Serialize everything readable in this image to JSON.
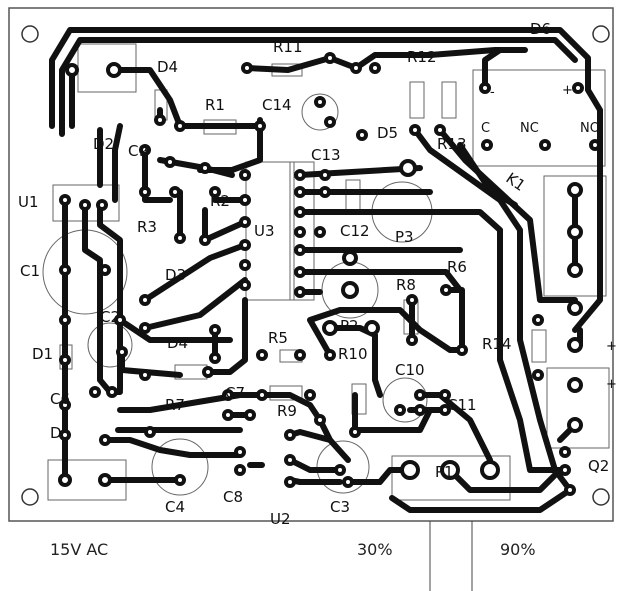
{
  "components": {
    "r11": "R11",
    "d6": "D6",
    "d4_top": "D4",
    "r1": "R1",
    "c14": "C14",
    "d2": "D2",
    "d5": "D5",
    "r12": "R12",
    "r13": "R13",
    "c9": "C9",
    "u1": "U1",
    "r3": "R3",
    "r2": "R2",
    "c13": "C13",
    "u3": "U3",
    "c12": "C12",
    "p3": "P3",
    "c1": "C1",
    "d3": "D3",
    "r6": "R6",
    "r8": "R8",
    "c2": "C2",
    "d4_mid": "D4",
    "r5": "R5",
    "p2": "P2",
    "r10": "R10",
    "r14": "R14",
    "d1": "D1",
    "c10": "C10",
    "c6": "C6",
    "r7": "R7",
    "c7": "C7",
    "r9": "R9",
    "c11": "C11",
    "d": "D",
    "p1": "P1",
    "q2": "Q2",
    "c4": "C4",
    "c8": "C8",
    "c3": "C3",
    "u2": "U2",
    "k1": "K1"
  },
  "relay_pins": {
    "c": "C",
    "nc": "NC",
    "no": "NO"
  },
  "polarity": {
    "minus": "-",
    "plus": "+"
  },
  "footer": {
    "input_label": "15V AC",
    "min_label": "30%",
    "max_label": "90%"
  }
}
